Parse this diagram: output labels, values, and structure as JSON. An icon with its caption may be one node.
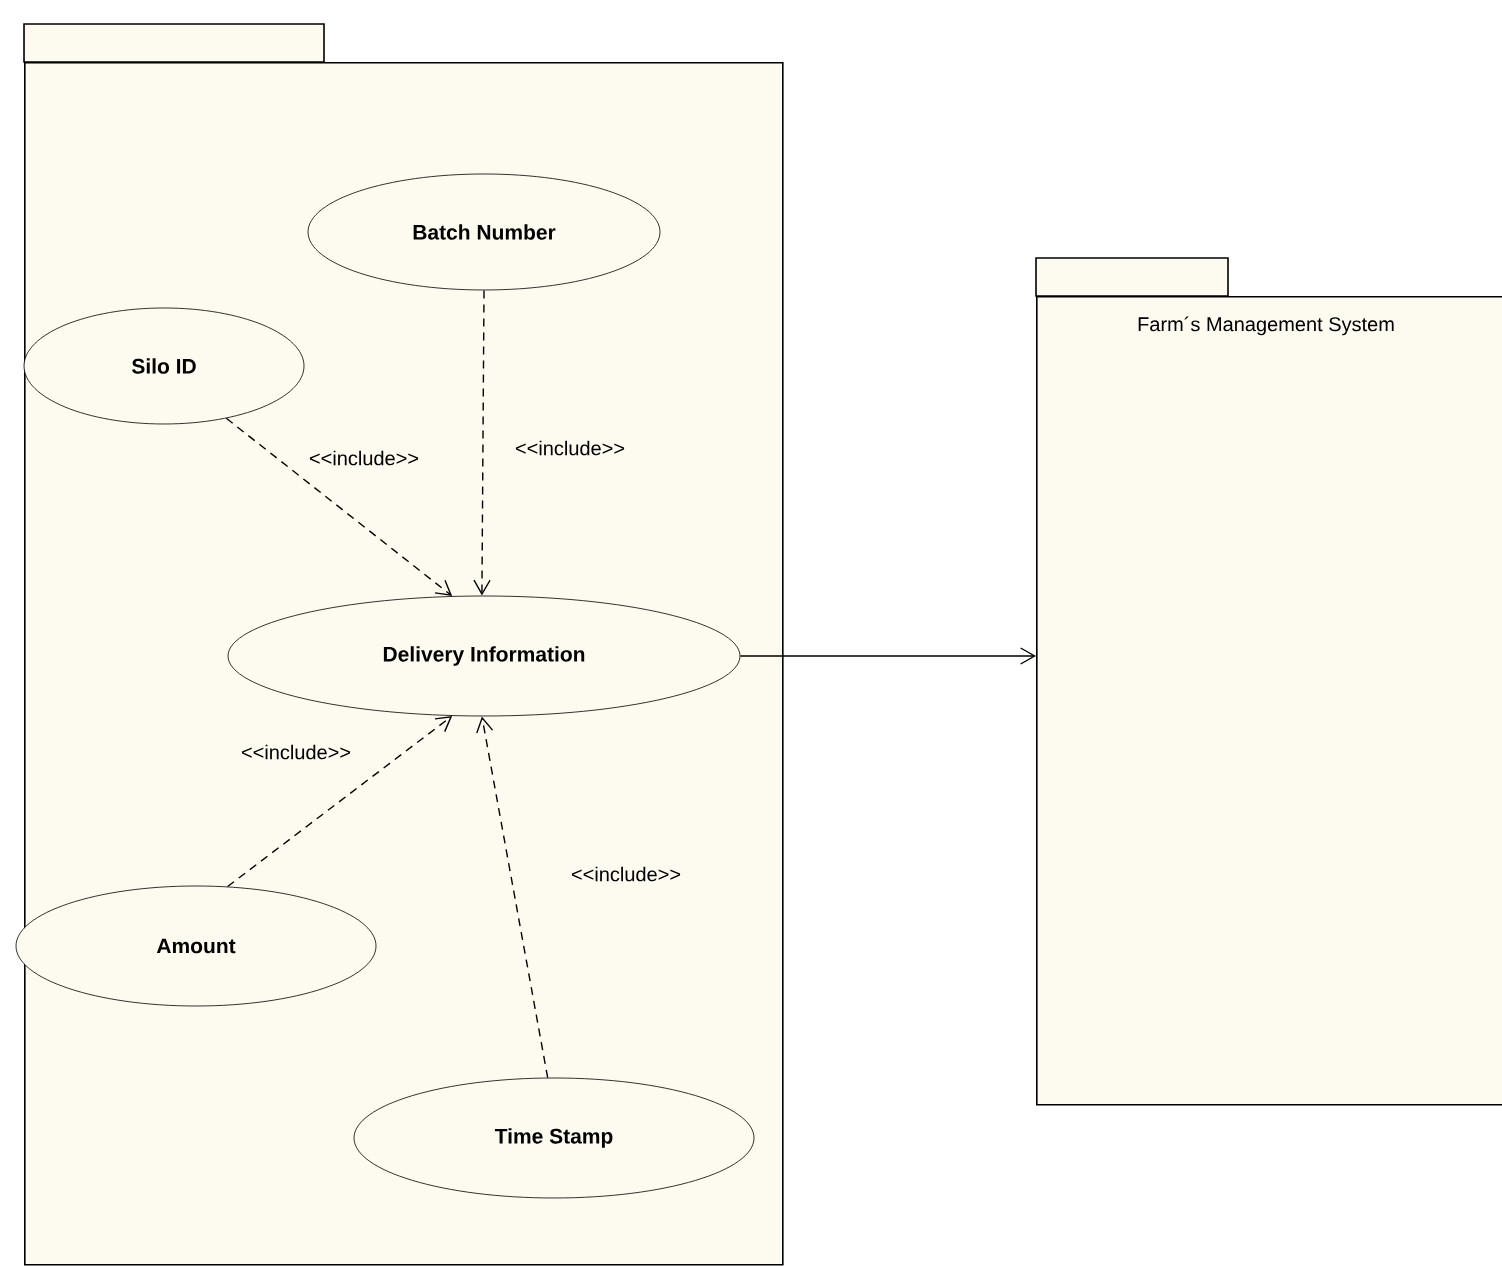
{
  "diagram": {
    "nodes": [
      {
        "text": [],
        "shape": "box"
      },
      {
        "text": [
          "Batch Number"
        ],
        "in": 0
      },
      {
        "text": [
          "Silo ID"
        ],
        "in": 0
      },
      {
        "text": [
          "Delivery Information"
        ],
        "in": 0
      },
      {
        "text": [
          "Amount"
        ],
        "in": 0
      },
      {
        "text": [
          "Time Stamp"
        ],
        "in": 0
      },
      {
        "text": [
          "Farm´s Management System"
        ]
      }
    ],
    "edges": [
      {
        "from": 2,
        "to": 3,
        "arrow": "to",
        "style": "dashed",
        "label": "<<include>>"
      },
      {
        "from": 1,
        "to": 3,
        "arrow": "to",
        "style": "dashed",
        "label": "<<include>>"
      },
      {
        "from": 4,
        "to": 3,
        "arrow": "to",
        "style": "dashed",
        "label": "<<include>>"
      },
      {
        "from": 5,
        "to": 3,
        "arrow": "to",
        "style": "dashed",
        "label": "<<include>>"
      },
      {
        "from": 3,
        "to": 6,
        "arrow": "to"
      }
    ]
  }
}
